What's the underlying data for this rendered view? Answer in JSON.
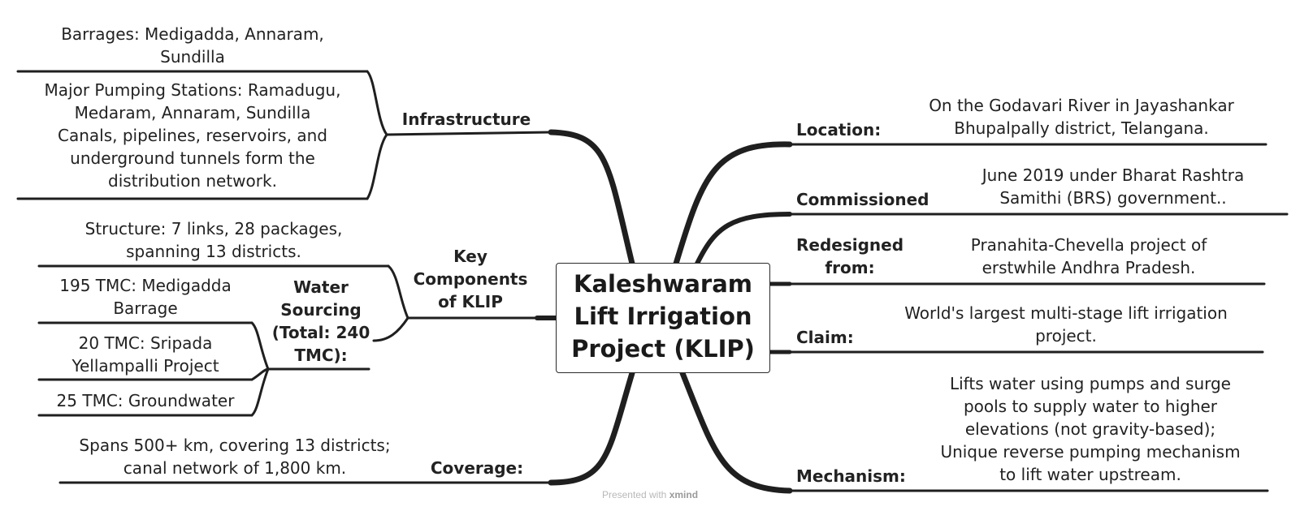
{
  "root": "Kaleshwaram\nLift Irrigation\nProject (KLIP)",
  "left": {
    "infrastructure": {
      "label": "Infrastructure",
      "items": [
        "Barrages: Medigadda, Annaram,\nSundilla",
        "Major Pumping Stations: Ramadugu,\nMedaram, Annaram, Sundilla\nCanals, pipelines, reservoirs, and\nunderground tunnels form the\ndistribution network."
      ]
    },
    "key_components": {
      "label": "Key\nComponents\nof KLIP",
      "structure": "Structure: 7 links, 28 packages,\nspanning 13 districts.",
      "water_sourcing": {
        "label": "Water\nSourcing\n(Total: 240\nTMC):",
        "items": [
          "195 TMC: Medigadda\nBarrage",
          "20 TMC: Sripada\nYellampalli Project",
          "25 TMC: Groundwater"
        ]
      }
    },
    "coverage": {
      "label": "Coverage:",
      "text": "Spans 500+ km, covering 13 districts;\ncanal network of 1,800 km."
    }
  },
  "right": [
    {
      "label": "Location:",
      "text": "On the Godavari River in Jayashankar\nBhupalpally district, Telangana."
    },
    {
      "label": "Commissioned",
      "text": "June 2019 under Bharat Rashtra\nSamithi (BRS) government.."
    },
    {
      "label": "Redesigned\nfrom:",
      "text": "Pranahita-Chevella project of\nerstwhile Andhra Pradesh."
    },
    {
      "label": "Claim:",
      "text": "World's largest multi-stage lift irrigation\nproject."
    },
    {
      "label": "Mechanism:",
      "text": "Lifts water using pumps and surge\npools to supply water to higher\nelevations (not gravity-based);\nUnique reverse pumping mechanism\nto lift water upstream."
    }
  ],
  "watermark": {
    "prefix": "Presented with",
    "brand": "xmind"
  },
  "colors": {
    "line": "#1f1f1f",
    "text": "#222222"
  }
}
